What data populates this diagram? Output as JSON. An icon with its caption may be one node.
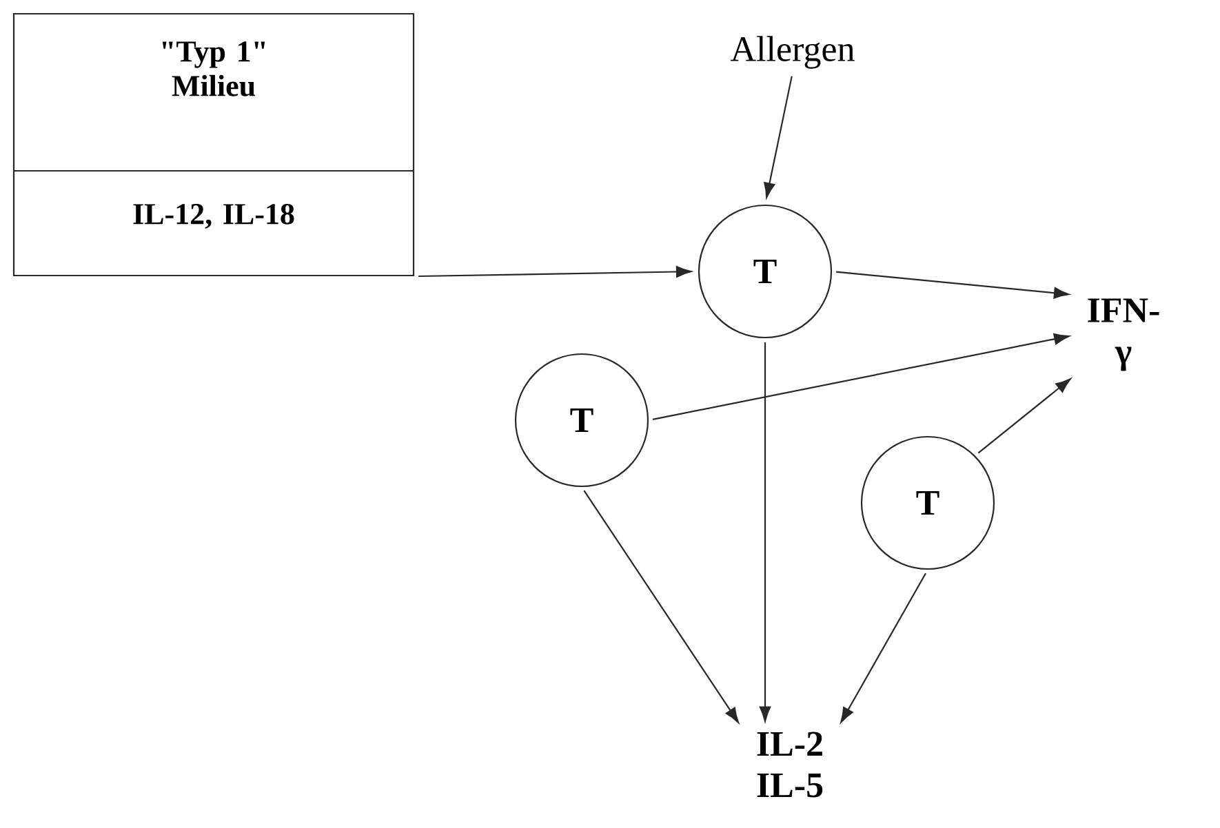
{
  "diagram": {
    "nodes": [
      {
        "text": [
          "\"Typ 1\" Milieu",
          "IL-12, IL-18"
        ]
      },
      {
        "text": [
          "Allergen"
        ]
      },
      {
        "text": [
          "T"
        ]
      },
      {
        "text": [
          "T"
        ]
      },
      {
        "text": [
          "T"
        ]
      },
      {
        "text": [
          "IFN-γ"
        ]
      },
      {
        "text": [
          "IL-2 IL-5"
        ]
      }
    ],
    "edges": [
      {
        "from": 0,
        "to": 2,
        "arrow": "to"
      },
      {
        "from": 1,
        "to": 2,
        "arrow": "to"
      },
      {
        "from": 2,
        "to": 5,
        "arrow": "to"
      },
      {
        "from": 3,
        "to": 5,
        "arrow": "to"
      },
      {
        "from": 4,
        "to": 5,
        "arrow": "to"
      },
      {
        "from": 3,
        "to": 6,
        "arrow": "to"
      },
      {
        "from": 2,
        "to": 6,
        "arrow": "to"
      },
      {
        "from": 4,
        "to": 6,
        "arrow": "to"
      }
    ]
  }
}
